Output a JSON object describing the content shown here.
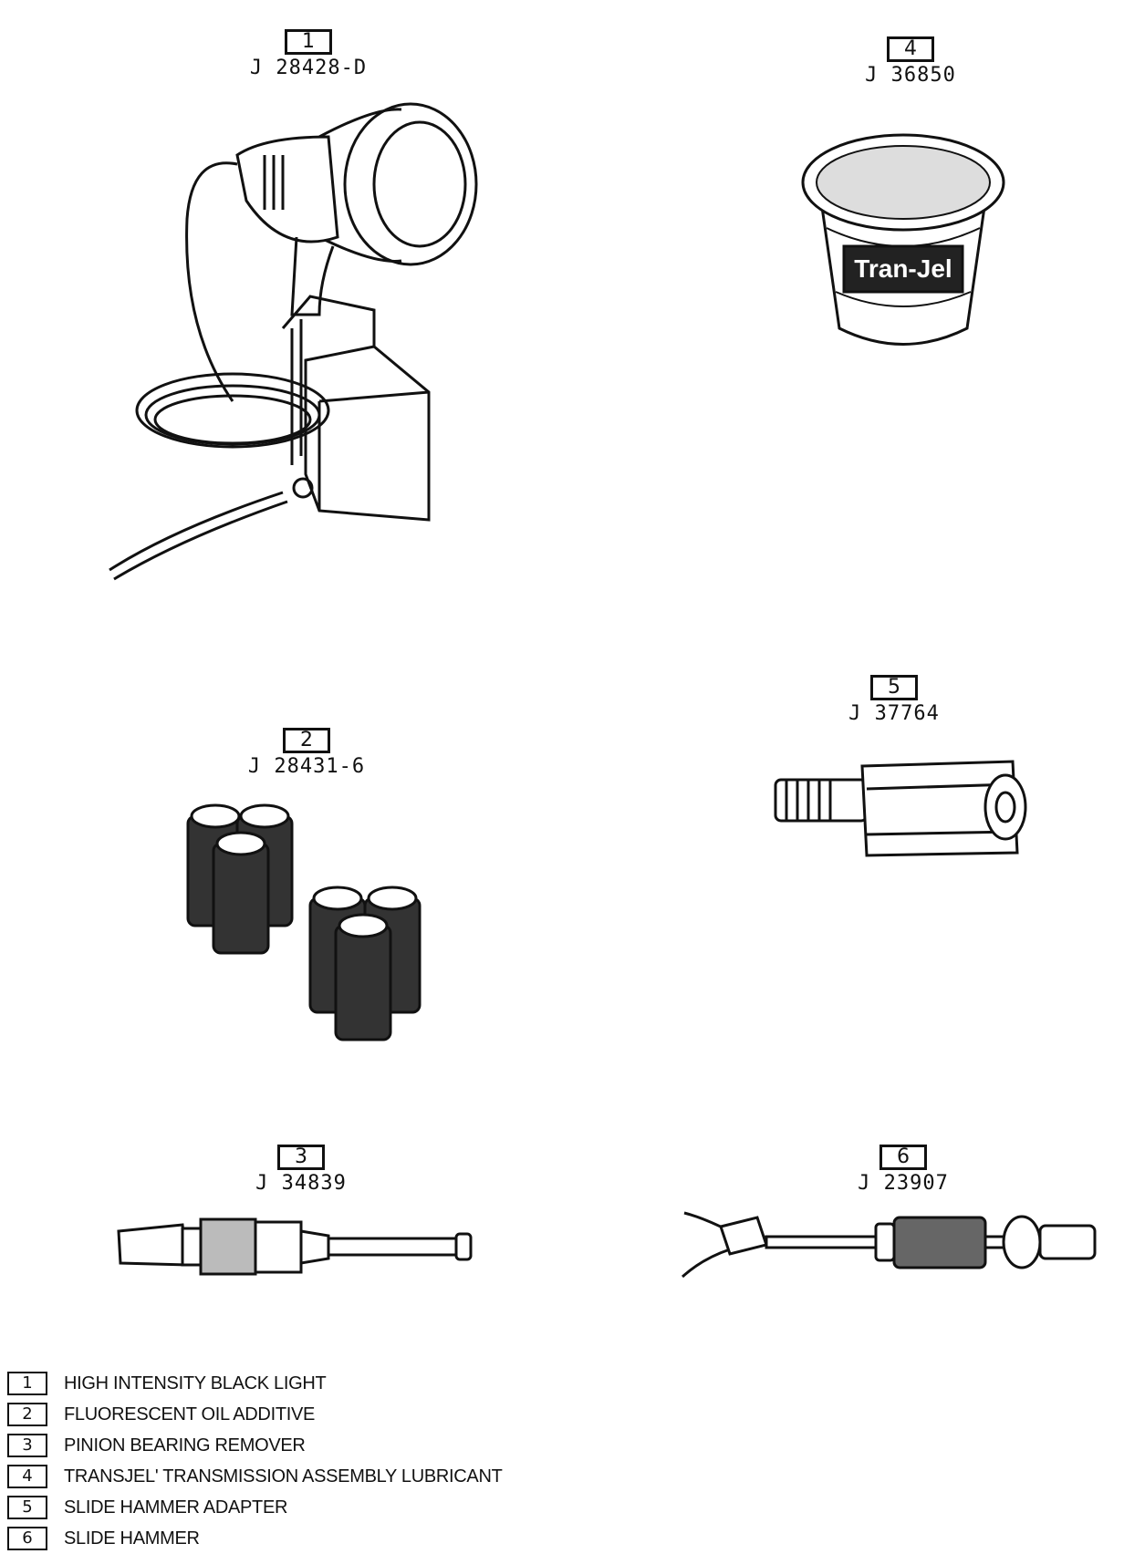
{
  "tools": [
    {
      "number": "1",
      "part_no": "J 28428-D",
      "name": "HIGH INTENSITY BLACK LIGHT"
    },
    {
      "number": "2",
      "part_no": "J 28431-6",
      "name": "FLUORESCENT OIL ADDITIVE"
    },
    {
      "number": "3",
      "part_no": "J 34839",
      "name": "PINION BEARING REMOVER"
    },
    {
      "number": "4",
      "part_no": "J 36850",
      "name": "TRANSJEL' TRANSMISSION ASSEMBLY LUBRICANT"
    },
    {
      "number": "5",
      "part_no": "J 37764",
      "name": "SLIDE HAMMER ADAPTER"
    },
    {
      "number": "6",
      "part_no": "J 23907",
      "name": "SLIDE HAMMER"
    }
  ],
  "jar_label": "Tran-Jel"
}
